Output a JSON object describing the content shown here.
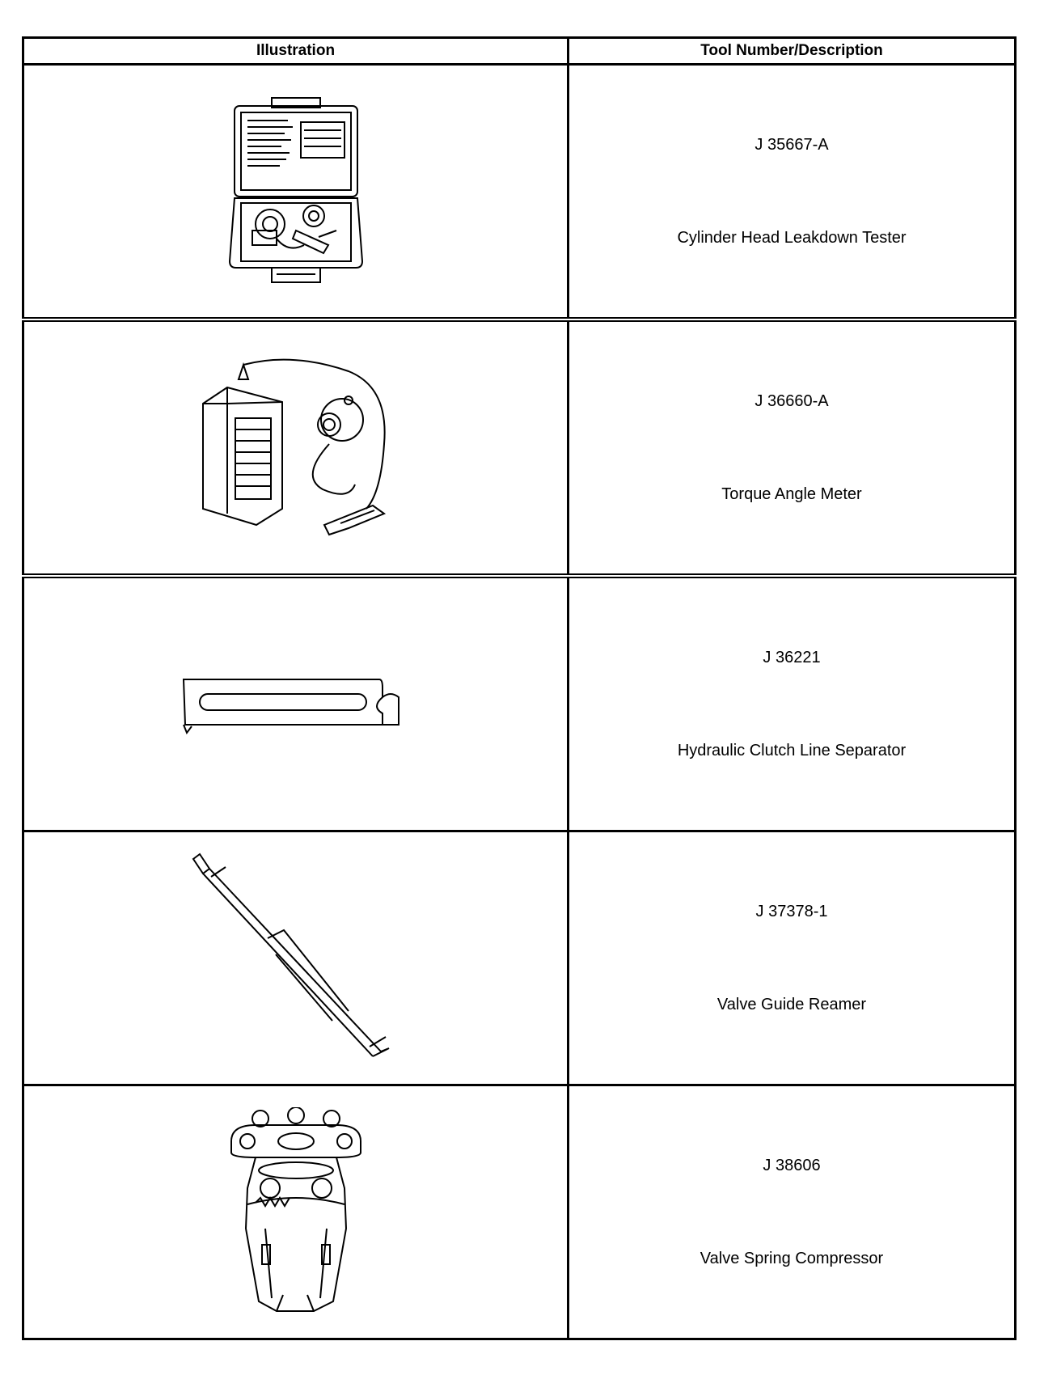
{
  "table": {
    "headers": {
      "illustration": "Illustration",
      "description": "Tool Number/Description"
    },
    "rows": [
      {
        "number": "J 35667-A",
        "description": "Cylinder Head Leakdown Tester",
        "icon": "leakdown-tester-case-icon"
      },
      {
        "number": "J 36660-A",
        "description": "Torque Angle Meter",
        "icon": "torque-angle-meter-icon"
      },
      {
        "number": "J 36221",
        "description": "Hydraulic Clutch Line Separator",
        "icon": "clutch-line-separator-icon"
      },
      {
        "number": "J 37378-1",
        "description": "Valve Guide Reamer",
        "icon": "valve-guide-reamer-icon"
      },
      {
        "number": "J 38606",
        "description": "Valve Spring Compressor",
        "icon": "valve-spring-compressor-icon"
      }
    ]
  }
}
